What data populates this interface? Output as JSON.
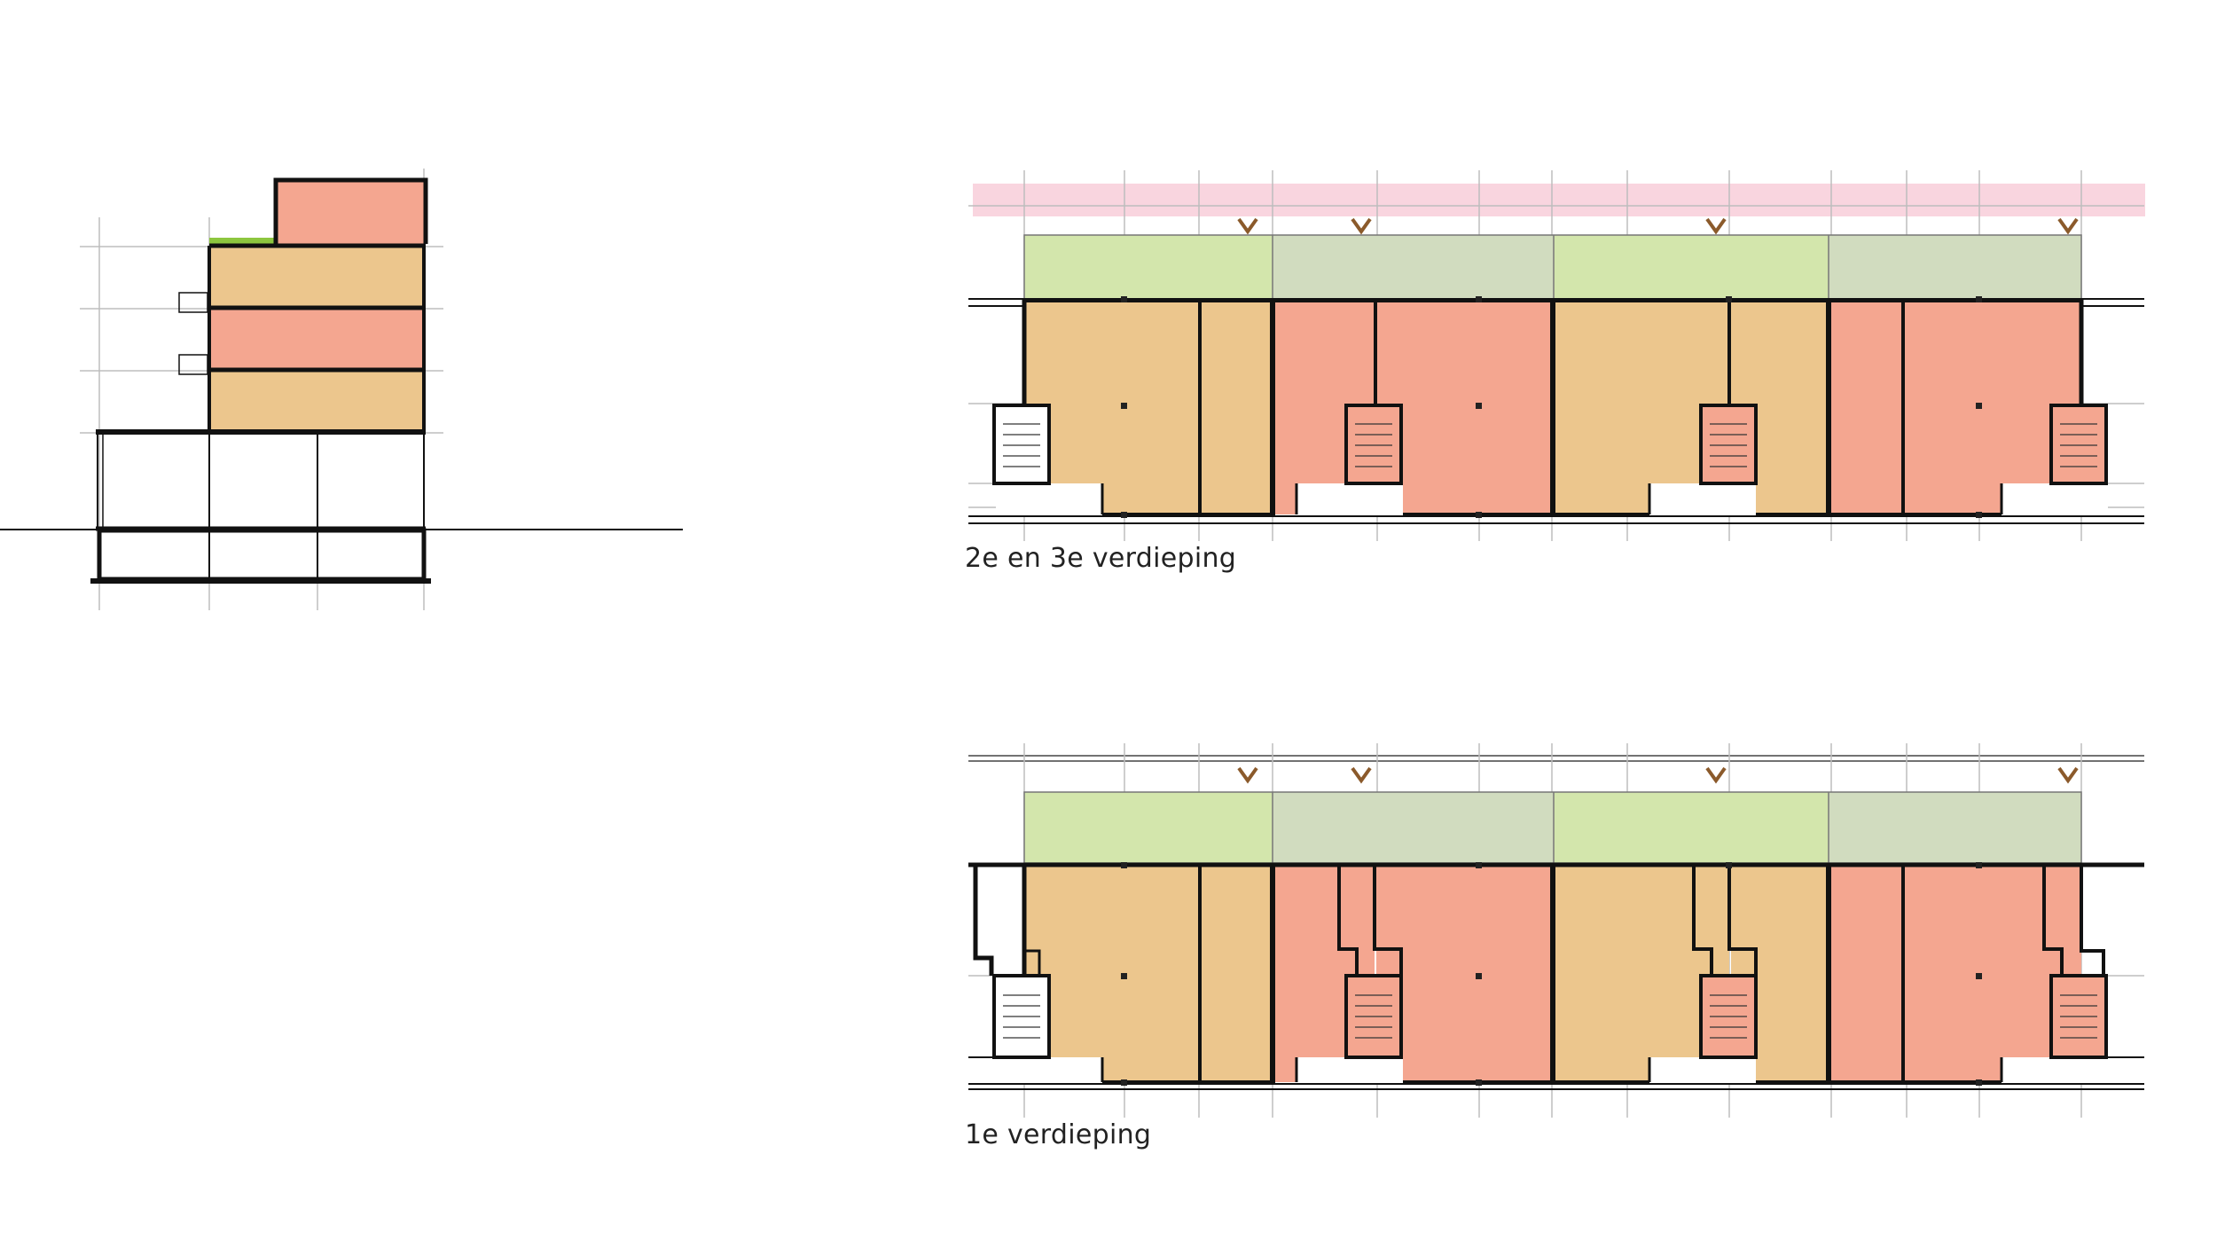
{
  "labels": {
    "upper_plan": "2e en 3e verdieping",
    "lower_plan": "1e verdieping"
  },
  "colors": {
    "orange_unit": "#ecc68d",
    "salmon_unit": "#f4a690",
    "light_green_garden": "#d3e6ac",
    "sage_green_garden": "#d1dcbf",
    "pink_band": "#f9d5df",
    "roof_green": "#8dc63f",
    "entry_arrow": "#8b5a2b",
    "grid_line": "#bdbdbd",
    "wall": "#111111"
  },
  "section": {
    "floors": [
      "salmon",
      "orange",
      "salmon",
      "orange"
    ]
  },
  "upper_plan": {
    "units": [
      "orange",
      "salmon",
      "orange",
      "salmon"
    ]
  },
  "lower_plan": {
    "units": [
      "orange",
      "salmon",
      "orange",
      "salmon"
    ]
  }
}
